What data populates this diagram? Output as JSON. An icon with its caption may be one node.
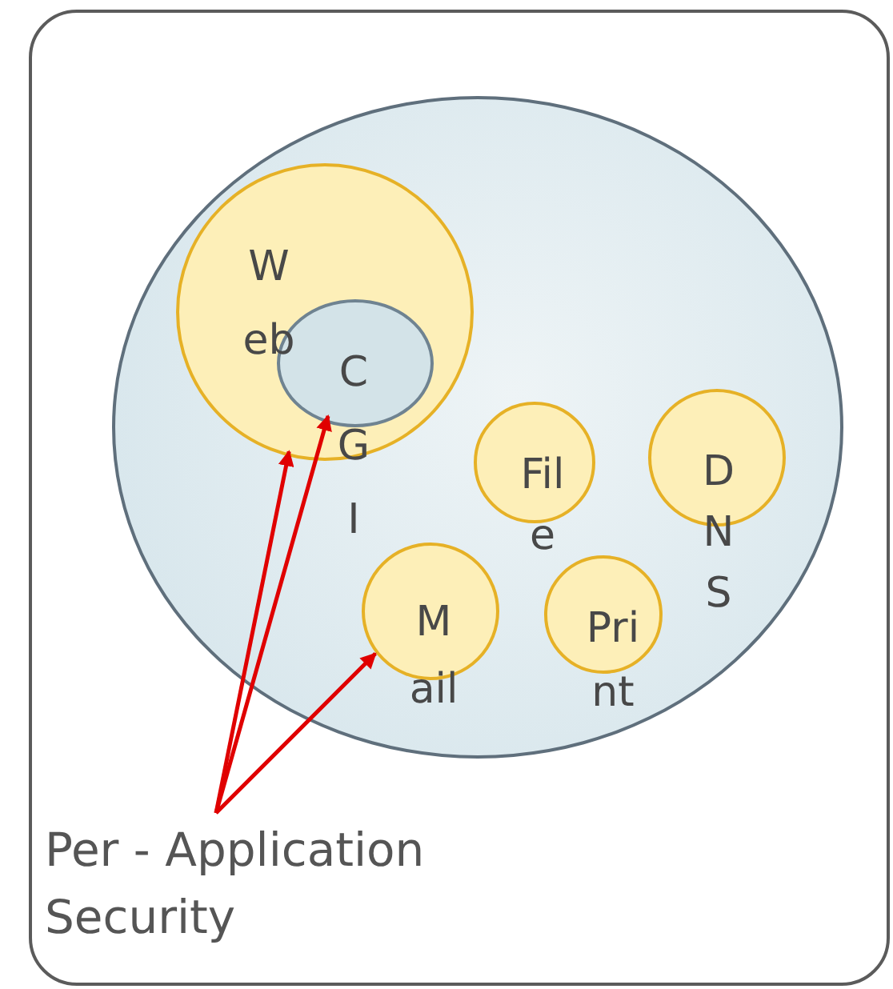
{
  "diagram": {
    "nodes": [
      {
        "text": [],
        "shape": "box"
      },
      {
        "text": [],
        "shape": "circle",
        "in": 0
      },
      {
        "text": [
          "W eb"
        ],
        "in": 1
      },
      {
        "text": [
          "C G I"
        ],
        "in": 2
      },
      {
        "text": [
          "Fil e"
        ],
        "in": 1
      },
      {
        "text": [
          "D N S"
        ],
        "in": 1
      },
      {
        "text": [
          "M ail"
        ],
        "in": 1
      },
      {
        "text": [
          "Pri nt"
        ],
        "in": 1
      },
      {
        "text": [
          "Per - Application Security"
        ],
        "in": 0
      }
    ],
    "edges": [
      {
        "from": 8,
        "to": 2,
        "arrow": "to"
      },
      {
        "from": 8,
        "to": 3,
        "arrow": "to"
      },
      {
        "from": 8,
        "to": 6,
        "arrow": "to"
      }
    ]
  }
}
